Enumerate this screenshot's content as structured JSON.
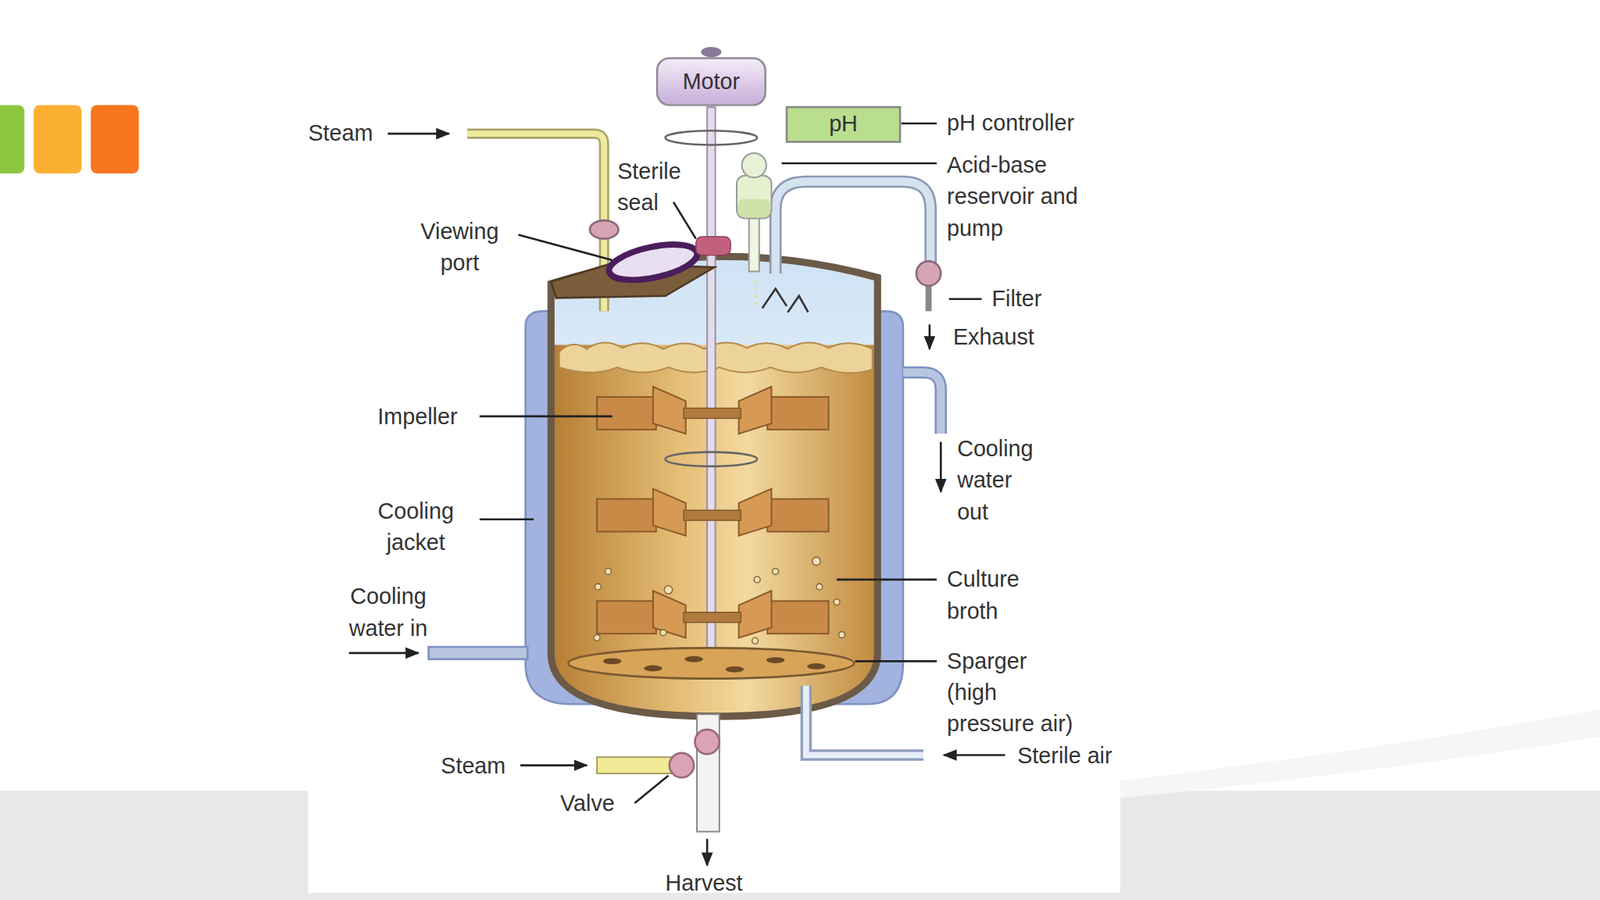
{
  "diagram": {
    "nodes": [
      {
        "text": [
          "Motor"
        ]
      },
      {
        "text": [
          "pH"
        ]
      }
    ],
    "labels": [
      "Steam",
      "Sterile seal",
      "Viewing port",
      "pH controller",
      "Acid-base reservoir and pump",
      "Filter",
      "Exhaust",
      "Impeller",
      "Cooling water out",
      "Cooling jacket",
      "Culture broth",
      "Cooling water in",
      "Sparger (high pressure air)",
      "Steam",
      "Sterile air",
      "Valve",
      "Harvest"
    ]
  }
}
